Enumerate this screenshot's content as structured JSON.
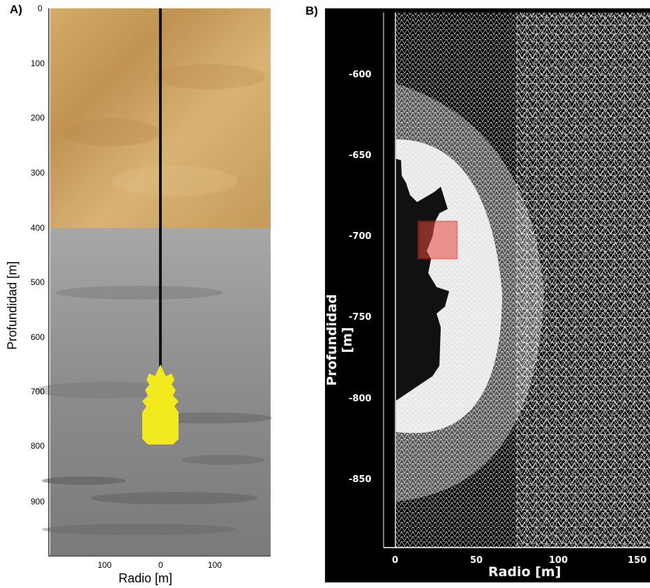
{
  "panel_a": {
    "label": "A)",
    "ylabel": "Profundidad [m]",
    "xlabel": "Radio [m]",
    "y_ticks": [
      "0",
      "100",
      "200",
      "300",
      "400",
      "500",
      "600",
      "700",
      "800",
      "900"
    ],
    "x_ticks": [
      "100",
      "0",
      "100"
    ],
    "colors": {
      "upper_layer": "#c9a060",
      "lower_layer": "#8f8f8f",
      "cavern": "#f2ea1c",
      "well": "#111111"
    }
  },
  "panel_b": {
    "label": "B)",
    "ylabel": "Profundidad [m]",
    "xlabel": "Radio [m]",
    "y_ticks": [
      "-600",
      "-650",
      "-700",
      "-750",
      "-800",
      "-850"
    ],
    "x_ticks": [
      "0",
      "50",
      "100",
      "150"
    ],
    "colors": {
      "background": "#000000",
      "mesh": "#ffffff",
      "highlight": "#e84a3a"
    }
  }
}
